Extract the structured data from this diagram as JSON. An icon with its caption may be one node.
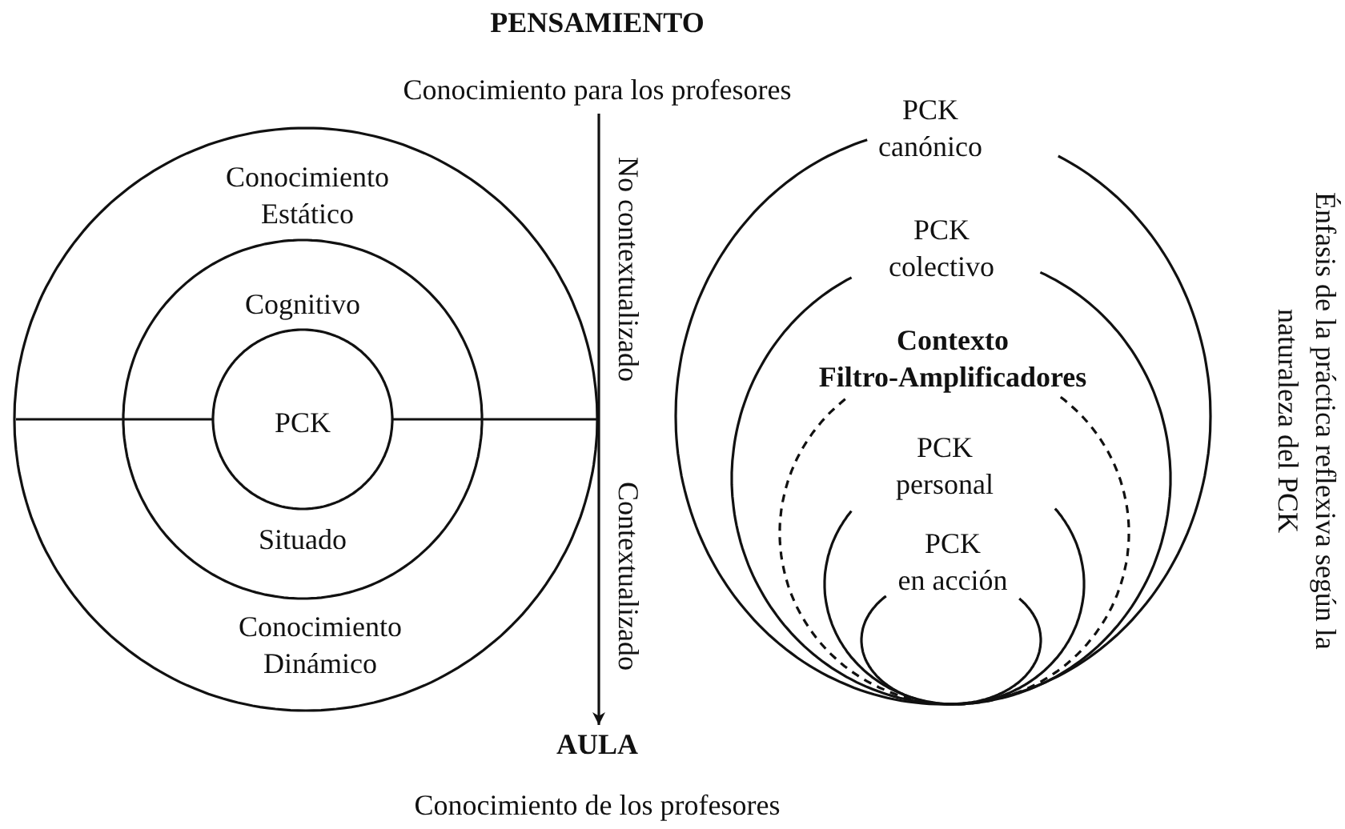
{
  "diagram": {
    "nodes": [
      {
        "text": [
          "PENSAMIENTO",
          "Conocimiento para los profesores"
        ]
      },
      {
        "text": [
          "AULA",
          "Conocimiento de los profesores"
        ]
      },
      {
        "text": [
          "Conocimiento Estático",
          "Conocimiento Dinámico"
        ]
      },
      {
        "text": [
          "Cognitivo",
          "Situado"
        ],
        "in": 2
      },
      {
        "text": [
          "PCK"
        ],
        "in": 3
      },
      {
        "text": [
          "PCK canónico"
        ]
      },
      {
        "text": [
          "PCK colectivo"
        ],
        "in": 5
      },
      {
        "text": [
          "Contexto Filtro-Amplificadores"
        ],
        "in": 6
      },
      {
        "text": [
          "PCK personal"
        ],
        "in": 7
      },
      {
        "text": [
          "PCK en acción"
        ],
        "in": 8
      }
    ],
    "edges": [
      {
        "from": 0,
        "to": 1,
        "arrow": "to"
      }
    ],
    "labels": [
      "No contextualizado",
      "Contextualizado",
      "Énfasis de la práctica reflexiva según la naturaleza del PCK"
    ]
  }
}
